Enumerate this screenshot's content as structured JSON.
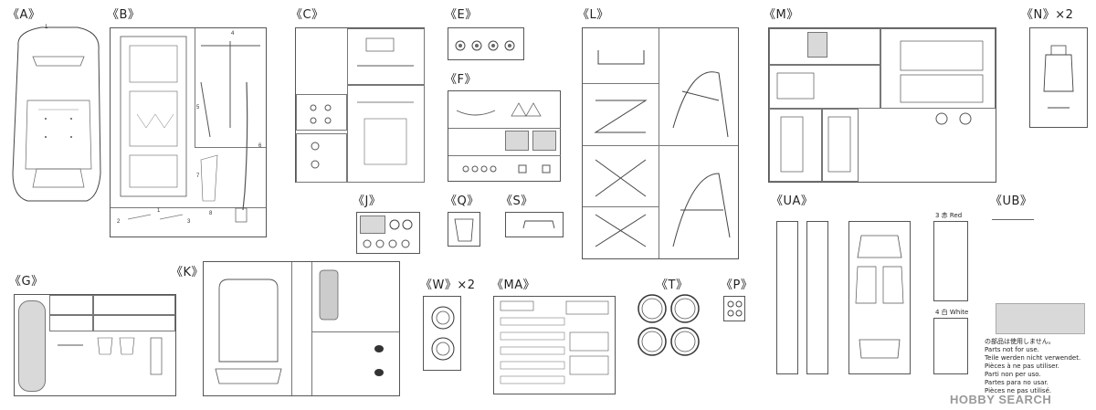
{
  "labels": {
    "A": "《A》",
    "B": "《B》",
    "C": "《C》",
    "E": "《E》",
    "F": "《F》",
    "L": "《L》",
    "M": "《M》",
    "N": "《N》×2",
    "J": "《J》",
    "Q": "《Q》",
    "S": "《S》",
    "UA": "《UA》",
    "UB": "《UB》",
    "G": "《G》",
    "K": "《K》",
    "W": "《W》×2",
    "MA": "《MA》",
    "T": "《T》",
    "P": "《P》"
  },
  "decals": {
    "red": "3 赤 Red",
    "white": "4 白 White"
  },
  "notice": {
    "ja": "の部品は使用しません。",
    "en": "Parts not for use.",
    "de": "Teile werden nicht verwendet.",
    "fr1": "Pièces à ne pas utiliser.",
    "it": "Parti non per uso.",
    "es": "Partes para no usar.",
    "fr2": "Pièces ne pas utilisé."
  },
  "watermark": "HOBBY SEARCH"
}
